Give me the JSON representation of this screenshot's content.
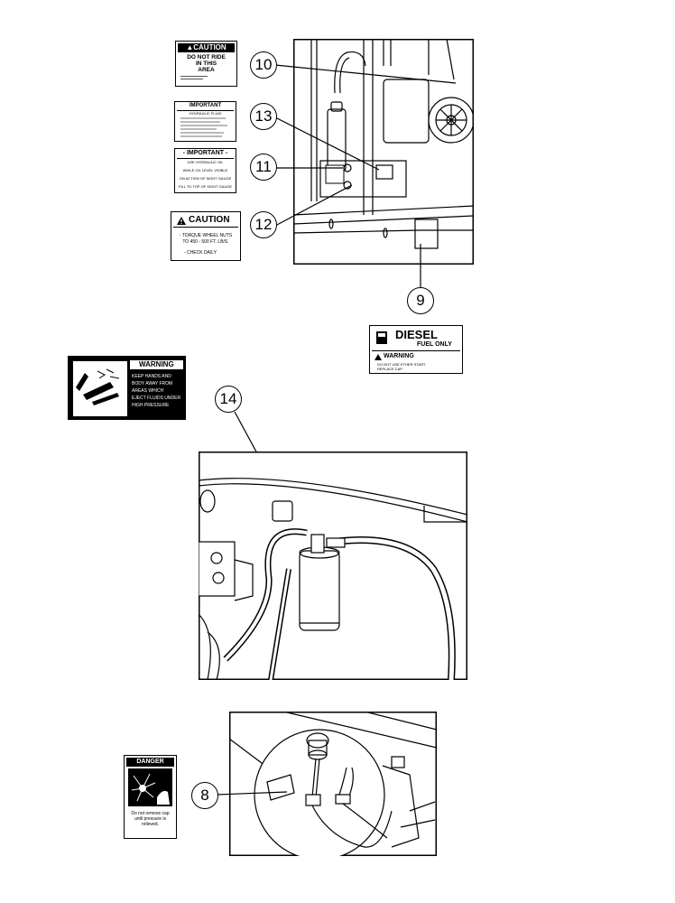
{
  "decals": {
    "caution_ride": {
      "header": "▲CAUTION",
      "lines": [
        "DO NOT RIDE",
        "IN THIS",
        "AREA"
      ]
    },
    "important_1": {
      "header": "IMPORTANT",
      "sub": "HYDRAULIC FLUID"
    },
    "important_2": {
      "header": "- IMPORTANT -",
      "lines": [
        "USE HYDRAULIC OIL",
        "WHILE OIL LEVEL VISIBLE",
        "ON ACTION OF SIGHT GAUGE",
        "FILL TO TOP OF SIGHT GAUGE"
      ]
    },
    "caution_torque": {
      "header": "CAUTION",
      "lines": [
        "- TORQUE WHEEL NUTS",
        "TO 450 - 500 FT. LB/S.",
        "- CHECK DAILY"
      ]
    },
    "diesel": {
      "title": "DIESEL",
      "sub": "FUEL ONLY",
      "warning": "WARNING",
      "warning_text": [
        "DO NOT USE ETHER START,",
        "REPLACE CAP"
      ]
    },
    "warning_fluid": {
      "header": "WARNING",
      "lines": [
        "KEEP HANDS AND",
        "BODY AWAY FROM",
        "AREAS WHICH",
        "EJECT FLUIDS UNDER",
        "HIGH PRESSURE"
      ]
    },
    "danger": {
      "header": "DANGER",
      "lines": [
        "Do not remove cap",
        "until pressure is",
        "relieved."
      ]
    }
  },
  "callouts": {
    "c10": "10",
    "c13": "13",
    "c11": "11",
    "c12": "12",
    "c9": "9",
    "c14": "14",
    "c8": "8"
  },
  "icons": {
    "caution": "warning-triangle-icon",
    "fuel_pump": "fuel-pump-icon",
    "spray": "high-pressure-spray-icon",
    "burst": "pressure-burst-icon"
  }
}
